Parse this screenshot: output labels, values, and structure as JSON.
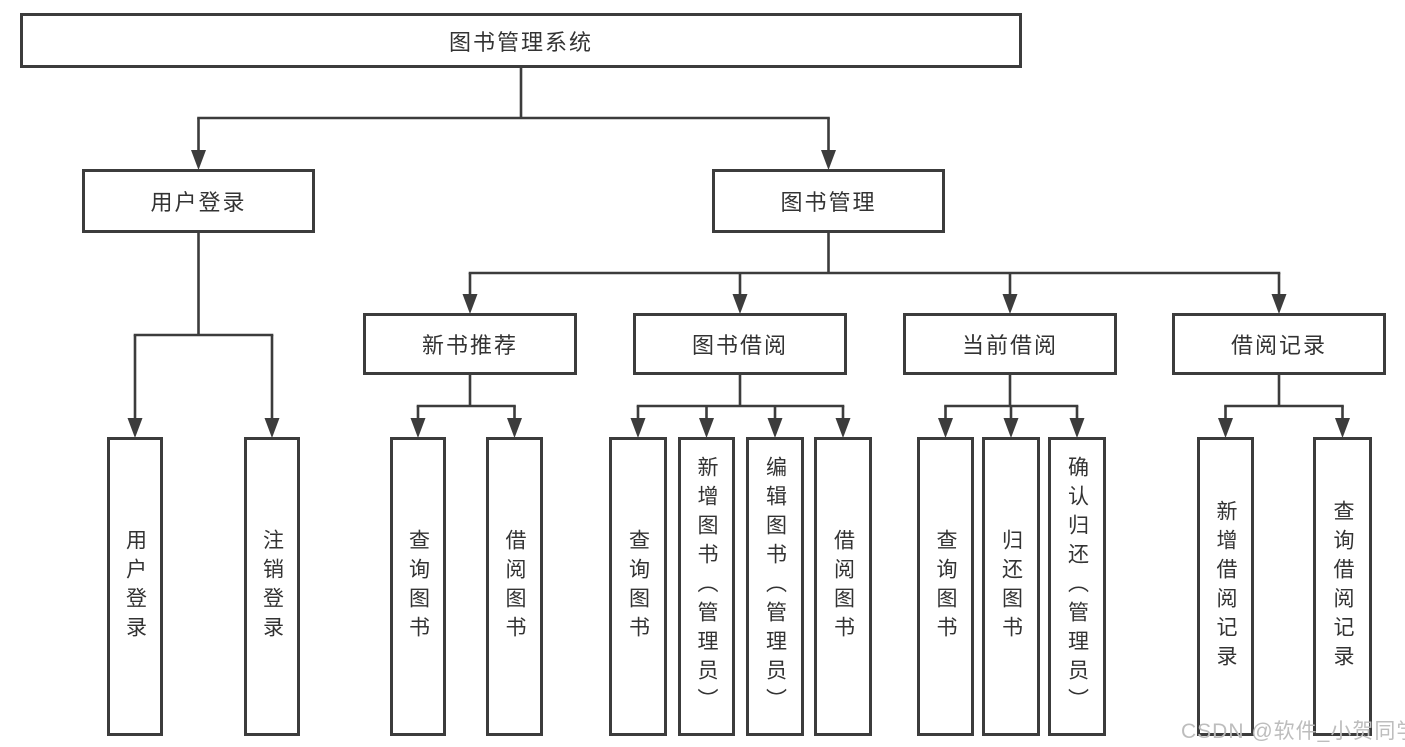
{
  "watermark": "CSDN @软件_小贺同学",
  "colors": {
    "line": "#3c3c3c",
    "text": "#333333",
    "watermark": "#bdbdbd",
    "background": "#ffffff"
  },
  "diagram": {
    "title": "图书管理系统",
    "nodes": [
      {
        "id": "root",
        "label": "图书管理系统",
        "orient": "h"
      },
      {
        "id": "user-login",
        "label": "用户登录",
        "orient": "h"
      },
      {
        "id": "book-mgmt",
        "label": "图书管理",
        "orient": "h"
      },
      {
        "id": "new-book-rec",
        "label": "新书推荐",
        "orient": "h"
      },
      {
        "id": "book-borrow",
        "label": "图书借阅",
        "orient": "h"
      },
      {
        "id": "current-borrow",
        "label": "当前借阅",
        "orient": "h"
      },
      {
        "id": "borrow-record",
        "label": "借阅记录",
        "orient": "h"
      },
      {
        "id": "leaf-user-login",
        "label": "用户登录",
        "orient": "v"
      },
      {
        "id": "leaf-logout",
        "label": "注销登录",
        "orient": "v"
      },
      {
        "id": "leaf-nb-query",
        "label": "查询图书",
        "orient": "v"
      },
      {
        "id": "leaf-nb-borrow",
        "label": "借阅图书",
        "orient": "v"
      },
      {
        "id": "leaf-bb-query",
        "label": "查询图书",
        "orient": "v"
      },
      {
        "id": "leaf-bb-add",
        "label": "新增图书（管理员）",
        "orient": "v"
      },
      {
        "id": "leaf-bb-edit",
        "label": "编辑图书（管理员）",
        "orient": "v"
      },
      {
        "id": "leaf-bb-borrow",
        "label": "借阅图书",
        "orient": "v"
      },
      {
        "id": "leaf-cb-query",
        "label": "查询图书",
        "orient": "v"
      },
      {
        "id": "leaf-cb-return",
        "label": "归还图书",
        "orient": "v"
      },
      {
        "id": "leaf-cb-confirm",
        "label": "确认归还（管理员）",
        "orient": "v"
      },
      {
        "id": "leaf-br-add",
        "label": "新增借阅记录",
        "orient": "v"
      },
      {
        "id": "leaf-br-query",
        "label": "查询借阅记录",
        "orient": "v"
      }
    ],
    "edges": [
      {
        "parent": "root",
        "children": [
          "user-login",
          "book-mgmt"
        ]
      },
      {
        "parent": "user-login",
        "children": [
          "leaf-user-login",
          "leaf-logout"
        ]
      },
      {
        "parent": "book-mgmt",
        "children": [
          "new-book-rec",
          "book-borrow",
          "current-borrow",
          "borrow-record"
        ]
      },
      {
        "parent": "new-book-rec",
        "children": [
          "leaf-nb-query",
          "leaf-nb-borrow"
        ]
      },
      {
        "parent": "book-borrow",
        "children": [
          "leaf-bb-query",
          "leaf-bb-add",
          "leaf-bb-edit",
          "leaf-bb-borrow"
        ]
      },
      {
        "parent": "current-borrow",
        "children": [
          "leaf-cb-query",
          "leaf-cb-return",
          "leaf-cb-confirm"
        ]
      },
      {
        "parent": "borrow-record",
        "children": [
          "leaf-br-add",
          "leaf-br-query"
        ]
      }
    ]
  }
}
